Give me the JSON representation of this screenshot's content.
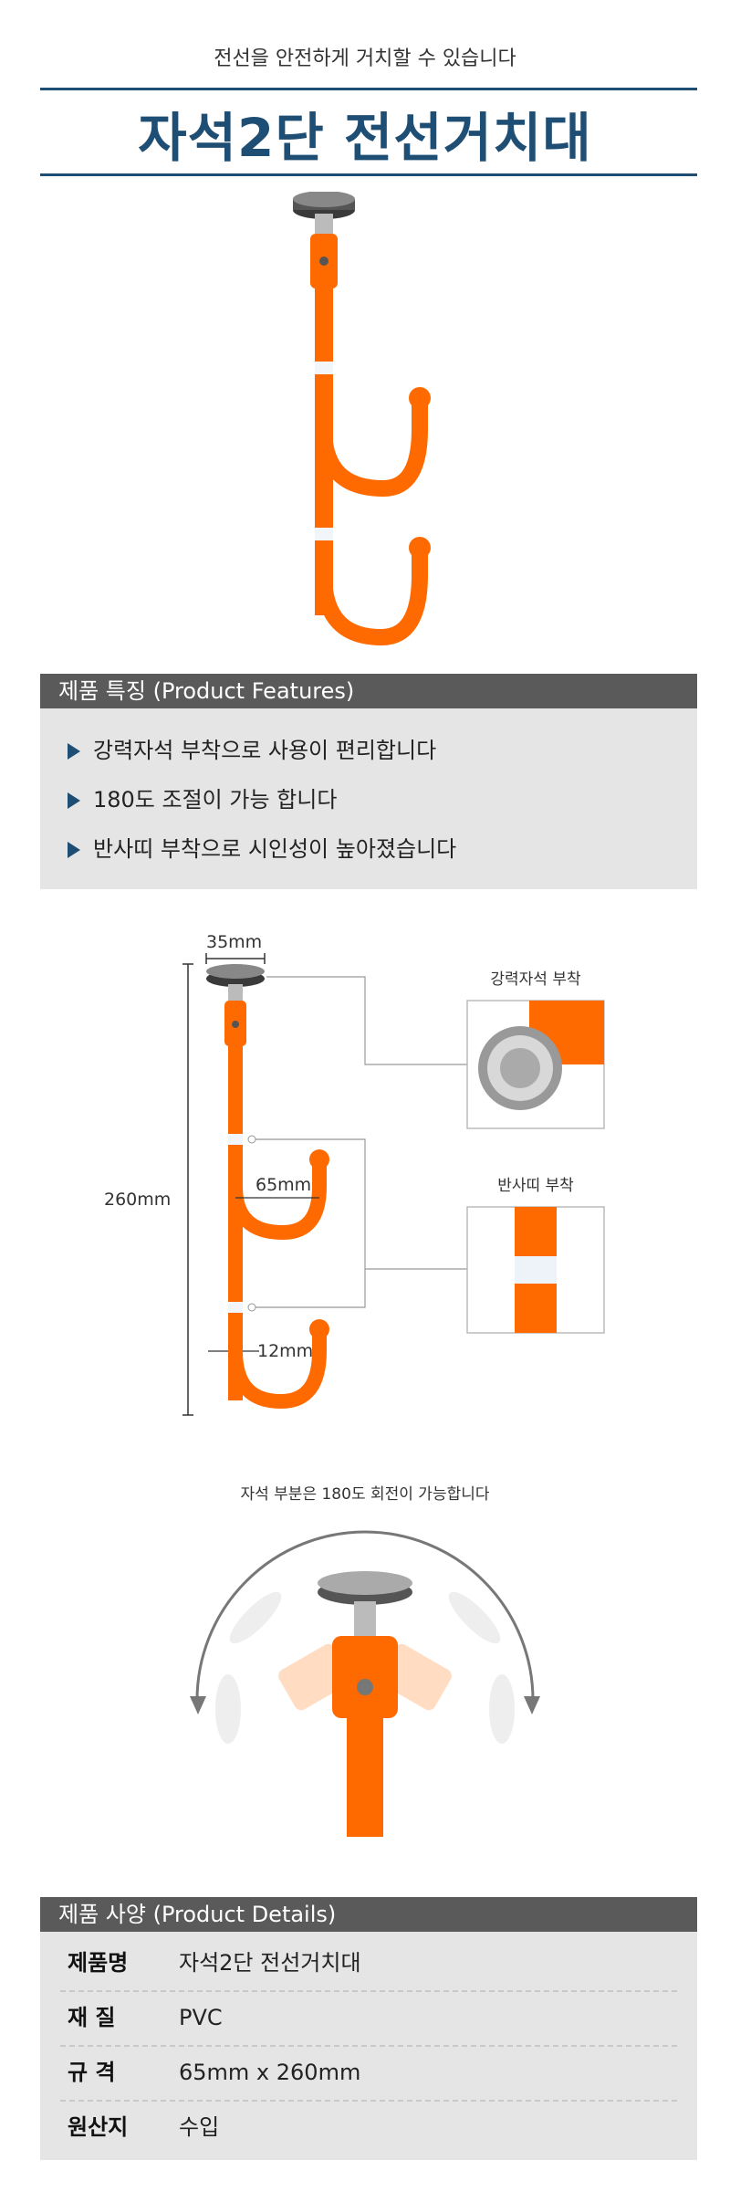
{
  "header": {
    "subtitle": "전선을 안전하게 거치할 수 있습니다",
    "title": "자석2단 전선거치대"
  },
  "features": {
    "heading": "제품 특징 (Product Features)",
    "items": [
      "강력자석 부착으로 사용이 편리합니다",
      "180도 조절이 가능 합니다",
      "반사띠 부착으로 시인성이 높아졌습니다"
    ]
  },
  "dimensions": {
    "top_width": "35mm",
    "height": "260mm",
    "hook_width": "65mm",
    "pipe_diameter": "12mm",
    "magnet_caption": "강력자석 부착",
    "reflector_caption": "반사띠 부착"
  },
  "rotation": {
    "caption": "자석 부분은 180도 회전이 가능합니다"
  },
  "specs": {
    "heading": "제품 사양 (Product Details)",
    "rows": [
      {
        "label": "제품명",
        "value": "자석2단 전선거치대"
      },
      {
        "label": "재 질",
        "value": "PVC"
      },
      {
        "label": "규 격",
        "value": "65mm x 260mm"
      },
      {
        "label": "원산지",
        "value": "수입"
      }
    ]
  },
  "colors": {
    "brand_navy": "#1f4e74",
    "product_orange": "#ff6a00",
    "section_header_gray": "#5a5a5a",
    "panel_gray": "#e5e5e5"
  }
}
